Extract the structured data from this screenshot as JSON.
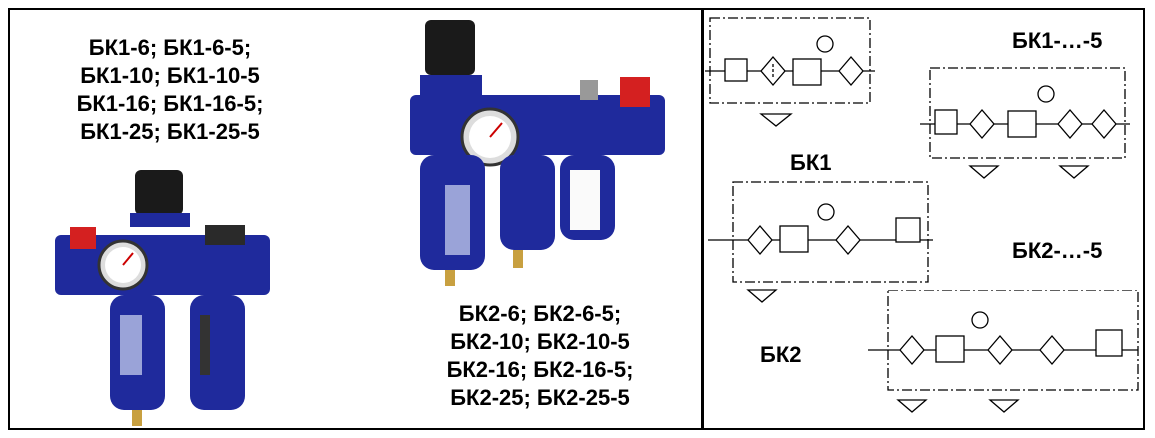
{
  "left_models": [
    "БК1-6; БК1-6-5;",
    "БК1-10; БК1-10-5",
    "БК1-16; БК1-16-5;",
    "БК1-25; БК1-25-5"
  ],
  "right_models": [
    "БК2-6; БК2-6-5;",
    "БК2-10; БК2-10-5",
    "БК2-16; БК2-16-5;",
    "БК2-25; БК2-25-5"
  ],
  "schematics": {
    "bk1_label": "БК1",
    "bk1_5_label": "БК1-…-5",
    "bk2_label": "БК2",
    "bk2_5_label": "БК2-…-5"
  },
  "colors": {
    "body_blue": "#1f2a9c",
    "cap_black": "#1a1a1a",
    "valve_red": "#d42020"
  }
}
